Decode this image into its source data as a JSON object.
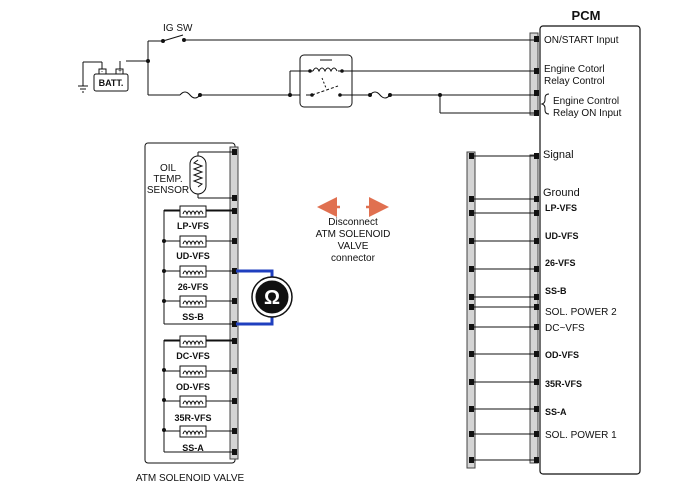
{
  "colors": {
    "wire": "#111111",
    "meter_wire": "#1f3fbf",
    "disconnect_arrow": "#e07050",
    "connector_fill": "#d4d4d4",
    "ohmmeter_fill": "#111111"
  },
  "pcm": {
    "title": "PCM",
    "inputs": {
      "on_start": "ON/START Input",
      "engine_control_relay_control_1": "Engine Cotorl",
      "engine_control_relay_control_2": "Relay Control",
      "engine_control_relay_on_1": "Engine Control",
      "engine_control_relay_on_2": "Relay ON Input",
      "signal": "Signal",
      "ground": "Ground"
    },
    "signals": {
      "lp_vfs": "LP-VFS",
      "ud_vfs": "UD-VFS",
      "v26_vfs": "26-VFS",
      "ss_b": "SS-B",
      "sol_power_2": "SOL. POWER 2",
      "dc_vfs": "DC~VFS",
      "od_vfs": "OD-VFS",
      "v35r_vfs": "35R-VFS",
      "ss_a": "SS-A",
      "sol_power_1": "SOL. POWER 1"
    }
  },
  "power": {
    "ig_sw": "IG SW",
    "battery": "BATT."
  },
  "valve": {
    "title": "ATM SOLENOID VALVE",
    "oil_temp_1": "OIL",
    "oil_temp_2": "TEMP.",
    "oil_temp_3": "SENSOR",
    "solenoids": {
      "lp_vfs": "LP-VFS",
      "ud_vfs": "UD-VFS",
      "v26_vfs": "26-VFS",
      "ss_b": "SS-B",
      "dc_vfs": "DC-VFS",
      "od_vfs": "OD-VFS",
      "v35r_vfs": "35R-VFS",
      "ss_a": "SS-A"
    }
  },
  "meter": {
    "symbol": "Ω"
  },
  "note": {
    "line1": "Disconnect",
    "line2": "ATM SOLENOID",
    "line3": "VALVE",
    "line4": "connector"
  }
}
